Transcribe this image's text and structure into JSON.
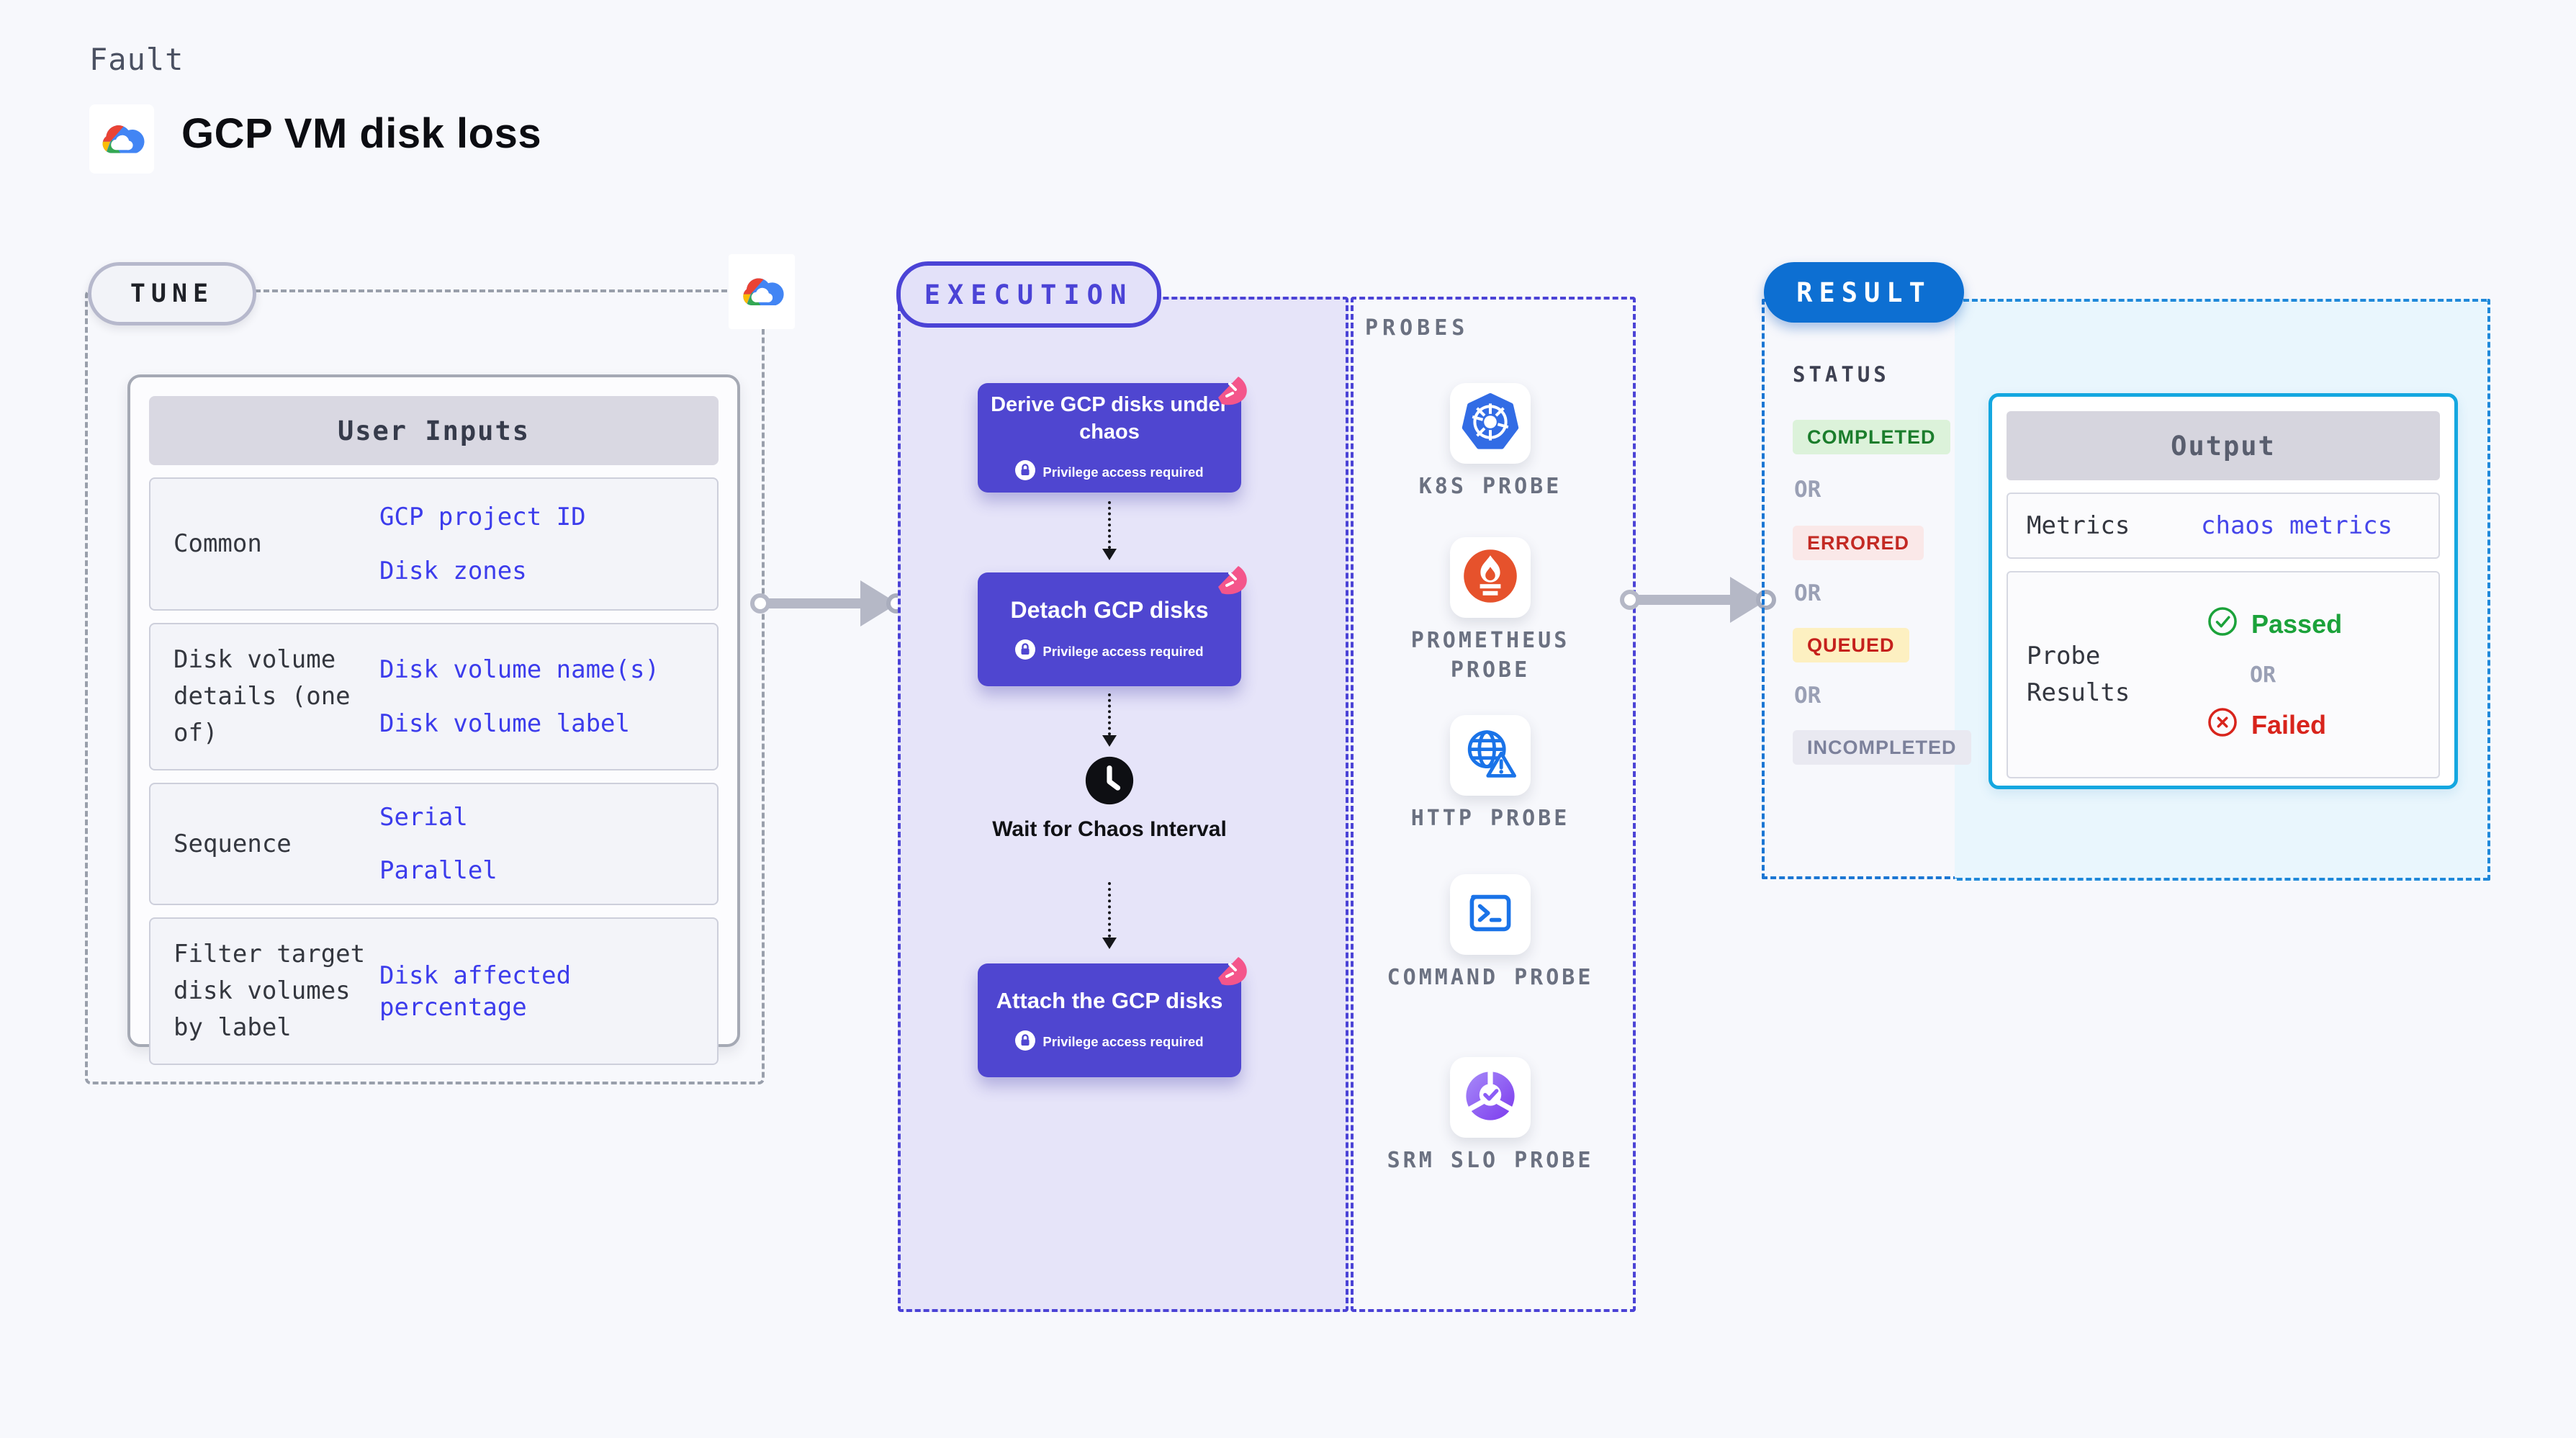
{
  "page": {
    "kicker": "Fault",
    "title": "GCP VM disk loss"
  },
  "tune": {
    "badge": "TUNE",
    "table_header": "User Inputs",
    "rows": [
      {
        "label": "Common",
        "values": [
          "GCP project ID",
          "Disk zones"
        ]
      },
      {
        "label": "Disk volume details (one of)",
        "values": [
          "Disk volume name(s)",
          "Disk volume label"
        ]
      },
      {
        "label": "Sequence",
        "values": [
          "Serial",
          "Parallel"
        ]
      },
      {
        "label": "Filter target disk volumes by label",
        "values": [
          "Disk affected percentage"
        ]
      }
    ]
  },
  "execution": {
    "badge": "EXECUTION",
    "steps": [
      {
        "title": "Derive GCP disks under chaos",
        "note": "Privilege access required"
      },
      {
        "title": "Detach GCP disks",
        "note": "Privilege access required"
      },
      {
        "title": "Attach the GCP disks",
        "note": "Privilege access required"
      }
    ],
    "wait_label": "Wait for Chaos Interval"
  },
  "probes": {
    "header": "PROBES",
    "items": [
      {
        "label": "K8S PROBE",
        "icon": "kubernetes-icon"
      },
      {
        "label": "PROMETHEUS PROBE",
        "icon": "prometheus-icon"
      },
      {
        "label": "HTTP PROBE",
        "icon": "http-globe-warning-icon"
      },
      {
        "label": "COMMAND PROBE",
        "icon": "terminal-icon"
      },
      {
        "label": "SRM SLO PROBE",
        "icon": "slo-donut-check-icon"
      }
    ]
  },
  "result": {
    "badge": "RESULT",
    "status_header": "STATUS",
    "or_label": "OR",
    "statuses": [
      {
        "label": "COMPLETED",
        "bg": "#dcf2da",
        "color": "#1b7d2c"
      },
      {
        "label": "ERRORED",
        "bg": "#fae8e8",
        "color": "#c32a24"
      },
      {
        "label": "QUEUED",
        "bg": "#fdf0c1",
        "color": "#c5211c"
      },
      {
        "label": "INCOMPLETED",
        "bg": "#e9e9f1",
        "color": "#7c819b"
      }
    ],
    "output": {
      "header": "Output",
      "metrics_label": "Metrics",
      "metrics_value": "chaos metrics",
      "probe_results_label": "Probe Results",
      "passed_label": "Passed",
      "failed_label": "Failed"
    }
  },
  "colors": {
    "page_bg": "#f7f8fc",
    "execution_accent": "#4b43d6",
    "execution_panel_bg": "#e6e4f9",
    "step_box": "#4f46d0",
    "ribbon_pink": "#f4558b",
    "result_blue": "#0d6fd2",
    "output_border": "#14a7e0",
    "output_panel_bg": "#e9f6fd",
    "value_blue": "#3c3cec",
    "passed_green": "#1ba23a",
    "failed_red": "#d8241c"
  }
}
